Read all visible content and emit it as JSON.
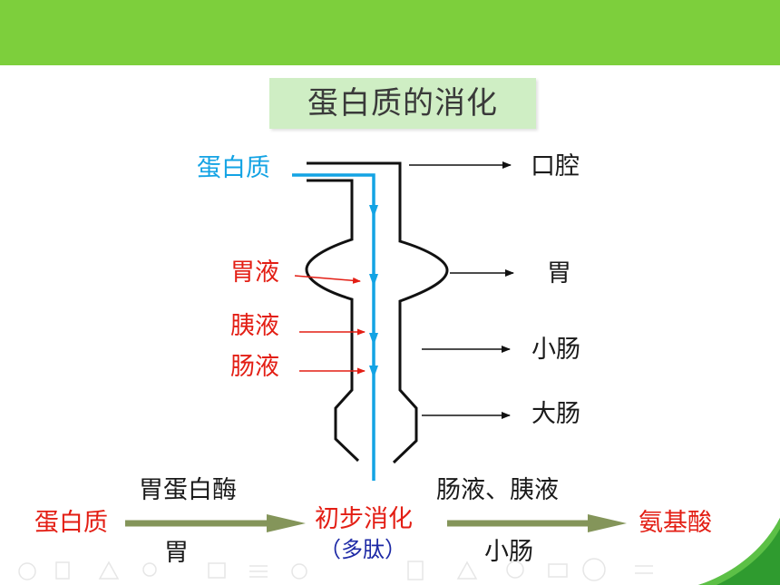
{
  "header": {
    "color": "#7dcf3c"
  },
  "title": "蛋白质的消化",
  "diagram": {
    "input_label": "蛋白质",
    "organs": [
      "口腔",
      "胃",
      "小肠",
      "大肠"
    ],
    "juices": [
      "胃液",
      "胰液",
      "肠液"
    ]
  },
  "flow": {
    "start": "蛋白质",
    "step1_enzyme": "胃蛋白酶",
    "step1_place": "胃",
    "middle": "初步消化",
    "middle_note": "（多肽）",
    "step2_enzyme": "肠液、胰液",
    "step2_place": "小肠",
    "end": "氨基酸"
  },
  "colors": {
    "blue": "#13a3e4",
    "red": "#e31e14",
    "arrow_olive": "#84955a"
  }
}
